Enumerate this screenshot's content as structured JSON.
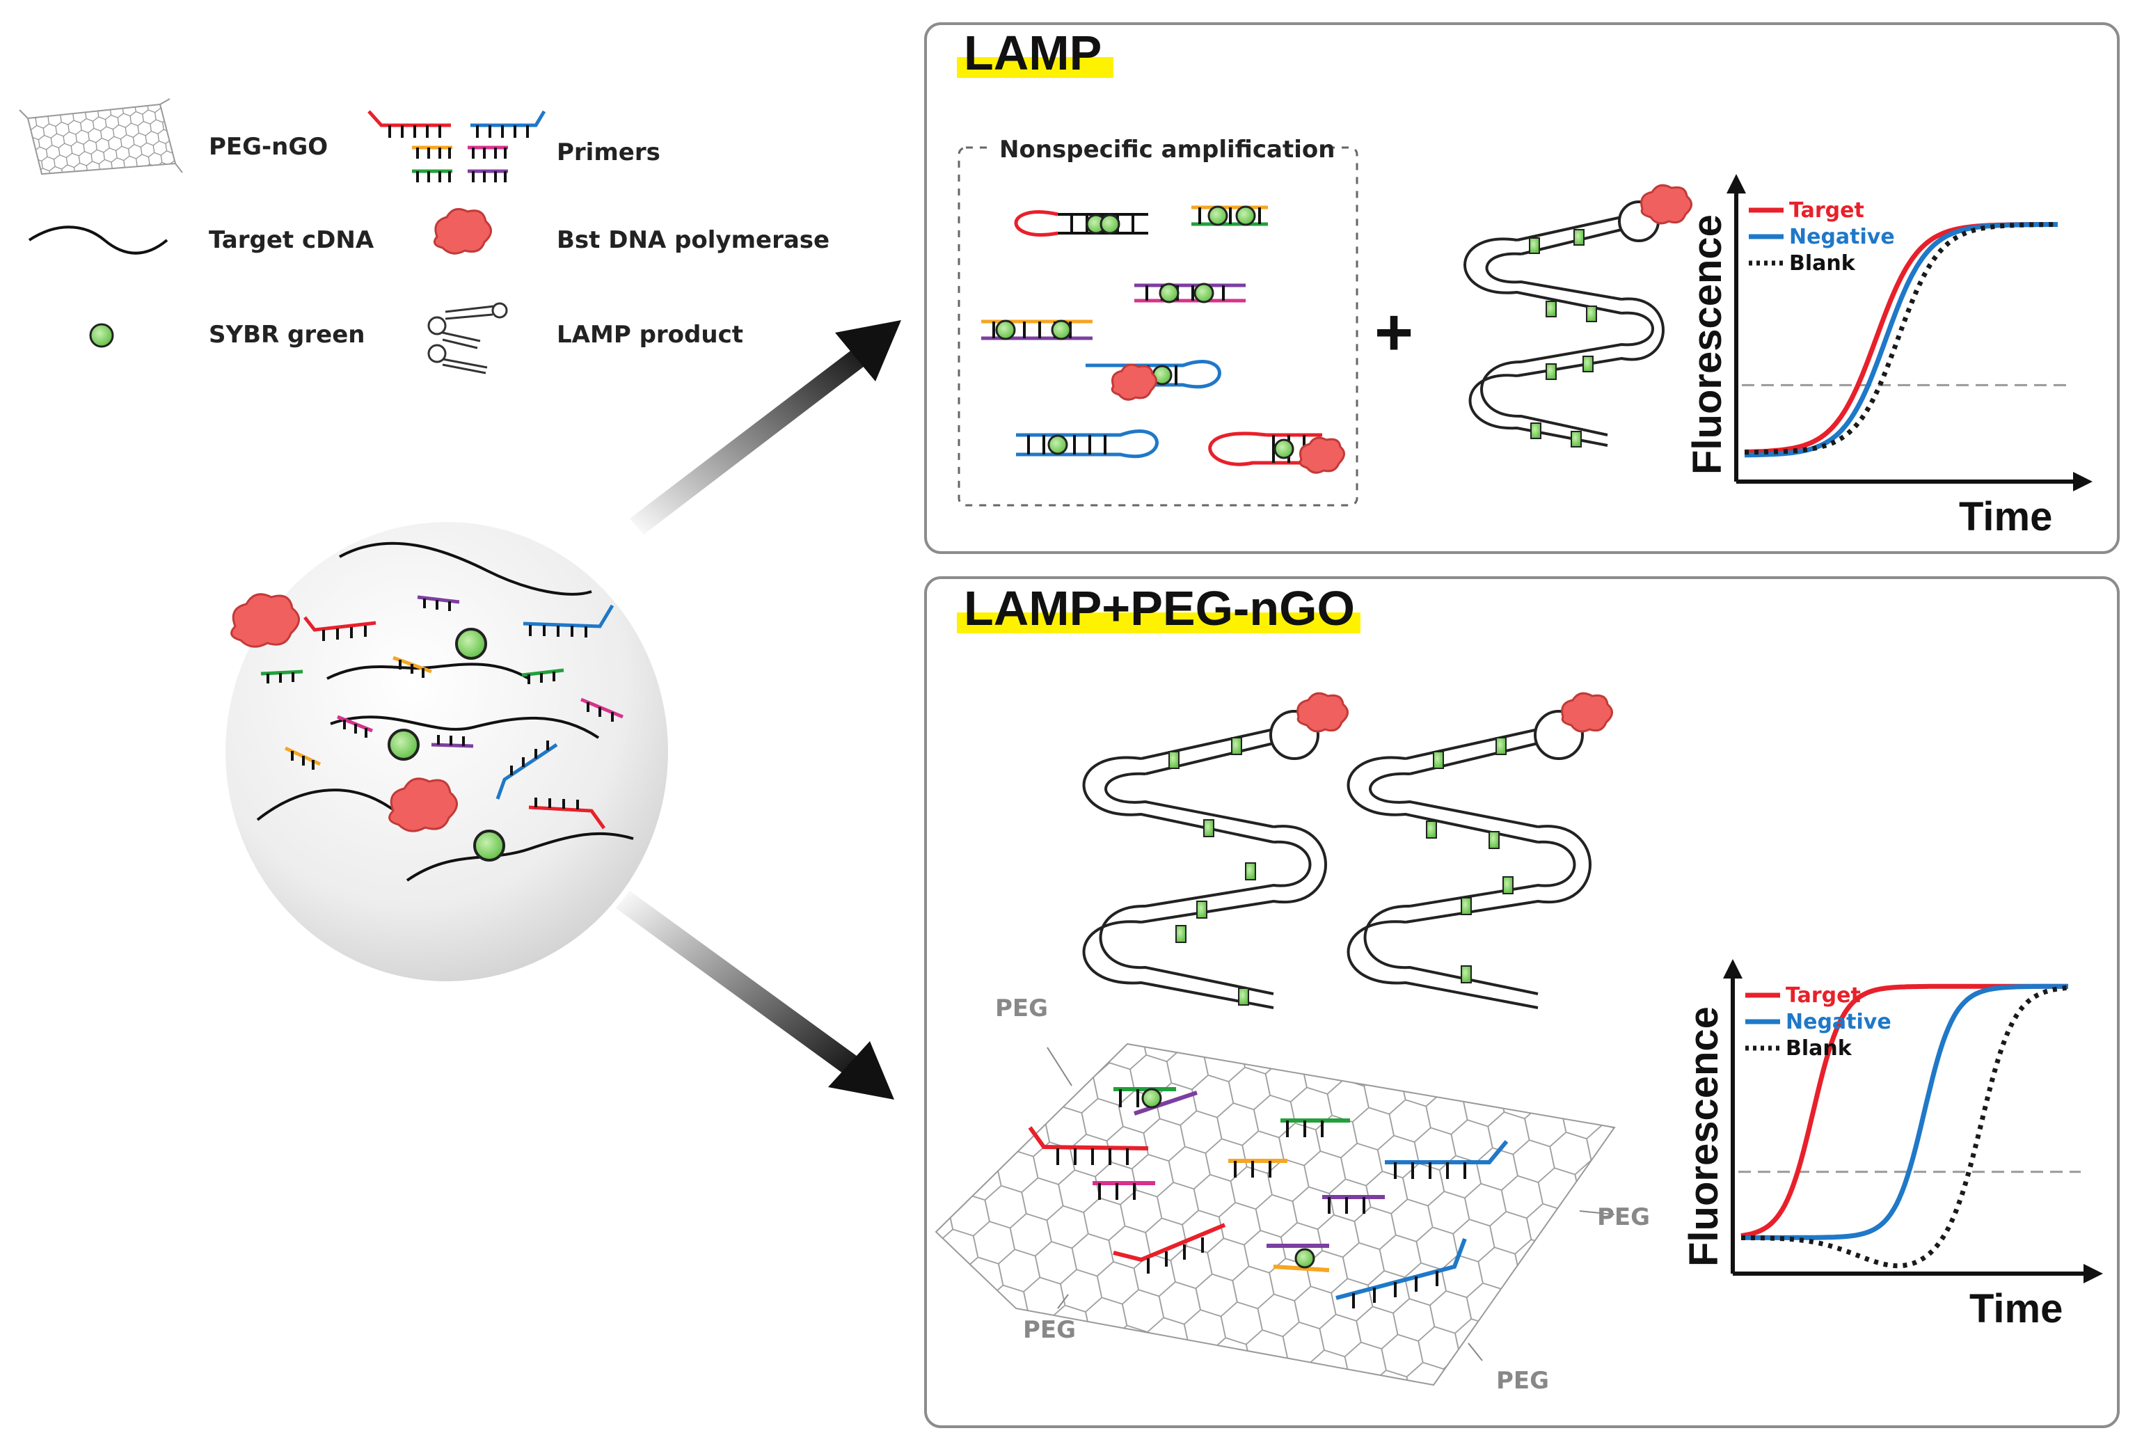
{
  "legend": {
    "peg_ngo": "PEG-nGO",
    "primers": "Primers",
    "target_cdna": "Target cDNA",
    "bst_polymerase": "Bst DNA polymerase",
    "sybr_green": "SYBR green",
    "lamp_product": "LAMP product"
  },
  "panel_lamp": {
    "title": "LAMP",
    "nonspecific_label": "Nonspecific amplification",
    "plus": "+",
    "chart": {
      "ylabel": "Fluorescence",
      "xlabel": "Time",
      "legend": [
        "Target",
        "Negative",
        "Blank"
      ]
    }
  },
  "panel_lamp_ngo": {
    "title": "LAMP+PEG-nGO",
    "peg_labels": [
      "PEG",
      "PEG",
      "PEG",
      "PEG"
    ],
    "chart": {
      "ylabel": "Fluorescence",
      "xlabel": "Time",
      "legend": [
        "Target",
        "Negative",
        "Blank"
      ]
    }
  },
  "colors": {
    "target": "#e8202a",
    "negative": "#1f78c8",
    "blank": "#1a1a1a",
    "highlight": "#fff200",
    "sybr": "#8fd66a",
    "polymerase": "#f0605e",
    "frame": "#8c8c8c"
  },
  "chart_data": [
    {
      "type": "line",
      "xlabel": "Time",
      "ylabel": "Fluorescence",
      "series": [
        {
          "name": "Target",
          "midpoint": 0.42,
          "steepness": 15,
          "baseline": 0.1,
          "plateau": 0.88
        },
        {
          "name": "Negative",
          "midpoint": 0.45,
          "steepness": 15,
          "baseline": 0.09,
          "plateau": 0.88
        },
        {
          "name": "Blank",
          "midpoint": 0.49,
          "steepness": 15,
          "baseline": 0.1,
          "plateau": 0.88
        }
      ],
      "threshold": 0.33,
      "grid": false,
      "legend": "top-left"
    },
    {
      "type": "line",
      "xlabel": "Time",
      "ylabel": "Fluorescence",
      "series": [
        {
          "name": "Target",
          "midpoint": 0.22,
          "steepness": 22,
          "baseline": 0.12,
          "plateau": 0.96
        },
        {
          "name": "Negative",
          "midpoint": 0.56,
          "steepness": 22,
          "baseline": 0.12,
          "plateau": 0.96
        },
        {
          "name": "Blank",
          "midpoint": 0.74,
          "steepness": 20,
          "baseline": 0.12,
          "plateau": 0.96
        }
      ],
      "threshold": 0.34,
      "grid": false,
      "legend": "top-left"
    }
  ]
}
